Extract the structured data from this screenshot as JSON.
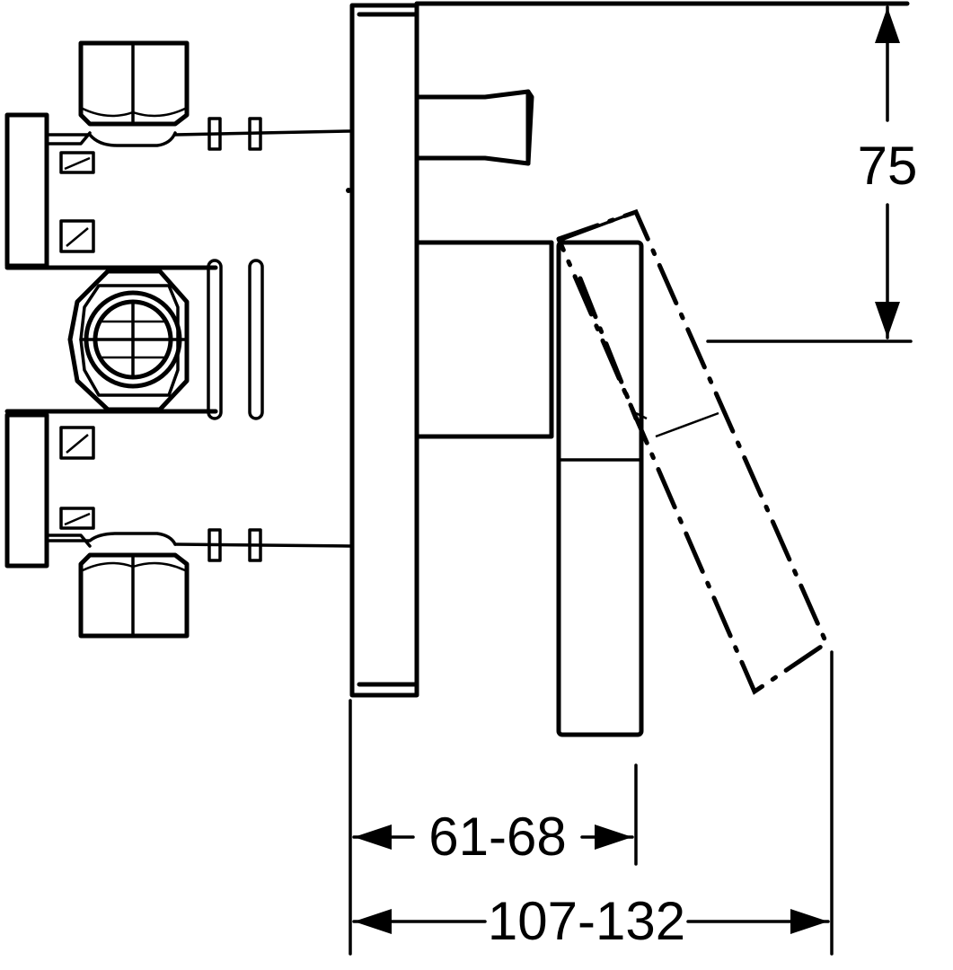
{
  "drawing": {
    "dimensions": {
      "height_label": "75",
      "depth_label": "61-68",
      "reach_label": "107-132"
    },
    "colors": {
      "line": "#000000",
      "background": "#ffffff"
    }
  }
}
